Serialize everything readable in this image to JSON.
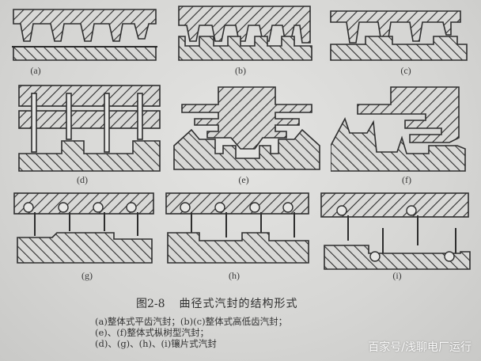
{
  "figure": {
    "number": "图2-8",
    "title": "曲径式汽封的结构形式",
    "subfigures": [
      {
        "id": "a",
        "label": "(a)",
        "type": "整体式平齿汽封"
      },
      {
        "id": "b",
        "label": "(b)",
        "type": "整体式高低齿汽封"
      },
      {
        "id": "c",
        "label": "(c)",
        "type": "整体式高低齿汽封"
      },
      {
        "id": "d",
        "label": "(d)",
        "type": "镶片式汽封"
      },
      {
        "id": "e",
        "label": "(e)",
        "type": "整体式枞树型汽封"
      },
      {
        "id": "f",
        "label": "(f)",
        "type": "整体式枞树型汽封"
      },
      {
        "id": "g",
        "label": "(g)",
        "type": "镶片式汽封"
      },
      {
        "id": "h",
        "label": "(h)",
        "type": "镶片式汽封"
      },
      {
        "id": "i",
        "label": "(i)",
        "type": "镶片式汽封"
      }
    ],
    "caption_lines": [
      "(a)整体式平齿汽封；(b)(c)整体式高低齿汽封；",
      "(e)、(f)整体式枞树型汽封；",
      "(d)、(g)、(h)、(i)镶片式汽封"
    ]
  },
  "watermark": {
    "text": "百家号/浅聊电厂运行"
  },
  "colors": {
    "paper": "#d9d9d7",
    "ink": "#2f2f2f"
  }
}
